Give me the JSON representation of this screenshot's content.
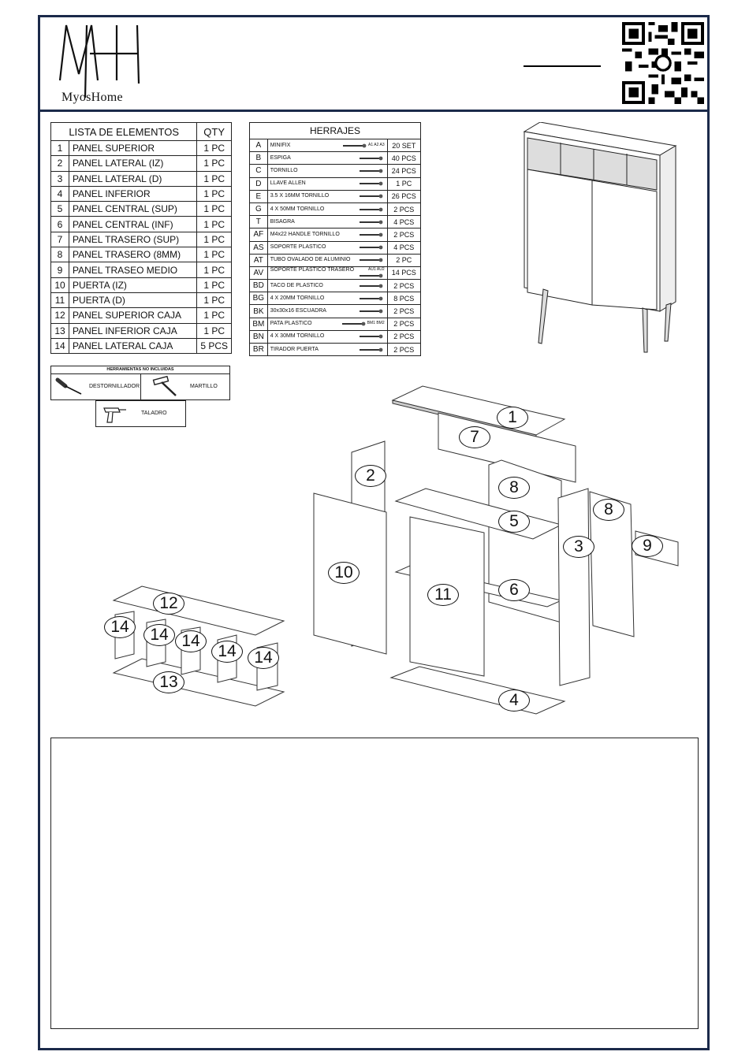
{
  "brand": {
    "logo_text": "MyosHome"
  },
  "parts_table": {
    "header": "LISTA DE ELEMENTOS",
    "qty_header": "QTY",
    "rows": [
      {
        "n": "1",
        "name": "PANEL SUPERIOR",
        "qty": "1 PC"
      },
      {
        "n": "2",
        "name": "PANEL LATERAL (IZ)",
        "qty": "1 PC"
      },
      {
        "n": "3",
        "name": "PANEL LATERAL (D)",
        "qty": "1 PC"
      },
      {
        "n": "4",
        "name": "PANEL INFERIOR",
        "qty": "1 PC"
      },
      {
        "n": "5",
        "name": "PANEL CENTRAL (SUP)",
        "qty": "1 PC"
      },
      {
        "n": "6",
        "name": "PANEL CENTRAL (INF)",
        "qty": "1 PC"
      },
      {
        "n": "7",
        "name": "PANEL TRASERO (SUP)",
        "qty": "1 PC"
      },
      {
        "n": "8",
        "name": "PANEL TRASERO (8MM)",
        "qty": "1 PC"
      },
      {
        "n": "9",
        "name": "PANEL TRASEO MEDIO",
        "qty": "1 PC"
      },
      {
        "n": "10",
        "name": "PUERTA (IZ)",
        "qty": "1 PC"
      },
      {
        "n": "11",
        "name": "PUERTA (D)",
        "qty": "1 PC"
      },
      {
        "n": "12",
        "name": "PANEL SUPERIOR CAJA",
        "qty": "1 PC"
      },
      {
        "n": "13",
        "name": "PANEL INFERIOR CAJA",
        "qty": "1 PC"
      },
      {
        "n": "14",
        "name": "PANEL LATERAL CAJA",
        "qty": "5 PCS"
      }
    ]
  },
  "hardware_table": {
    "header": "HERRAJES",
    "rows": [
      {
        "code": "A",
        "desc": "MINIFIX",
        "extra": "A1 A2 A3",
        "qty": "20 SET"
      },
      {
        "code": "B",
        "desc": "ESPIGA",
        "extra": "",
        "qty": "40 PCS"
      },
      {
        "code": "C",
        "desc": "TORNILLO",
        "extra": "",
        "qty": "24 PCS"
      },
      {
        "code": "D",
        "desc": "LLAVE ALLEN",
        "extra": "",
        "qty": "1 PC"
      },
      {
        "code": "E",
        "desc": "3.5 X 16MM TORNILLO",
        "extra": "",
        "qty": "26 PCS"
      },
      {
        "code": "G",
        "desc": "4 X 50MM TORNILLO",
        "extra": "",
        "qty": "2 PCS"
      },
      {
        "code": "T",
        "desc": "BISAGRA",
        "extra": "",
        "qty": "4 PCS"
      },
      {
        "code": "AF",
        "desc": "M4x22 HANDLE TORNILLO",
        "extra": "",
        "qty": "2 PCS"
      },
      {
        "code": "AS",
        "desc": "SOPORTE PLASTICO",
        "extra": "",
        "qty": "4 PCS"
      },
      {
        "code": "AT",
        "desc": "TUBO OVALADO DE ALUMINIO",
        "extra": "",
        "qty": "2 PC"
      },
      {
        "code": "AV",
        "desc": "SOPORTE PLASTICO TRASERO",
        "extra": "AU1 AU2",
        "qty": "14 PCS"
      },
      {
        "code": "BD",
        "desc": "TACO DE PLASTICO",
        "extra": "",
        "qty": "2 PCS"
      },
      {
        "code": "BG",
        "desc": "4 X 20MM TORNILLO",
        "extra": "",
        "qty": "8 PCS"
      },
      {
        "code": "BK",
        "desc": "30x30x16 ESCUADRA",
        "extra": "",
        "qty": "2 PCS"
      },
      {
        "code": "BM",
        "desc": "PATA PLASTICO",
        "extra": "BM1 BM2",
        "qty": "2 PCS"
      },
      {
        "code": "BN",
        "desc": "4 X 30MM TORNILLO",
        "extra": "",
        "qty": "2 PCS"
      },
      {
        "code": "BR",
        "desc": "TIRADOR PUERTA",
        "extra": "",
        "qty": "2 PCS"
      }
    ]
  },
  "tools": {
    "header": "HERRAMIENTAS NO INCLUIDAS",
    "screwdriver": "DESTORNILLADOR",
    "hammer": "MARTILLO",
    "drill": "TALADRO"
  },
  "diagram_labels": [
    "1",
    "7",
    "2",
    "8",
    "5",
    "8",
    "3",
    "9",
    "10",
    "11",
    "6",
    "4",
    "12",
    "14",
    "14",
    "14",
    "14",
    "14",
    "13"
  ]
}
